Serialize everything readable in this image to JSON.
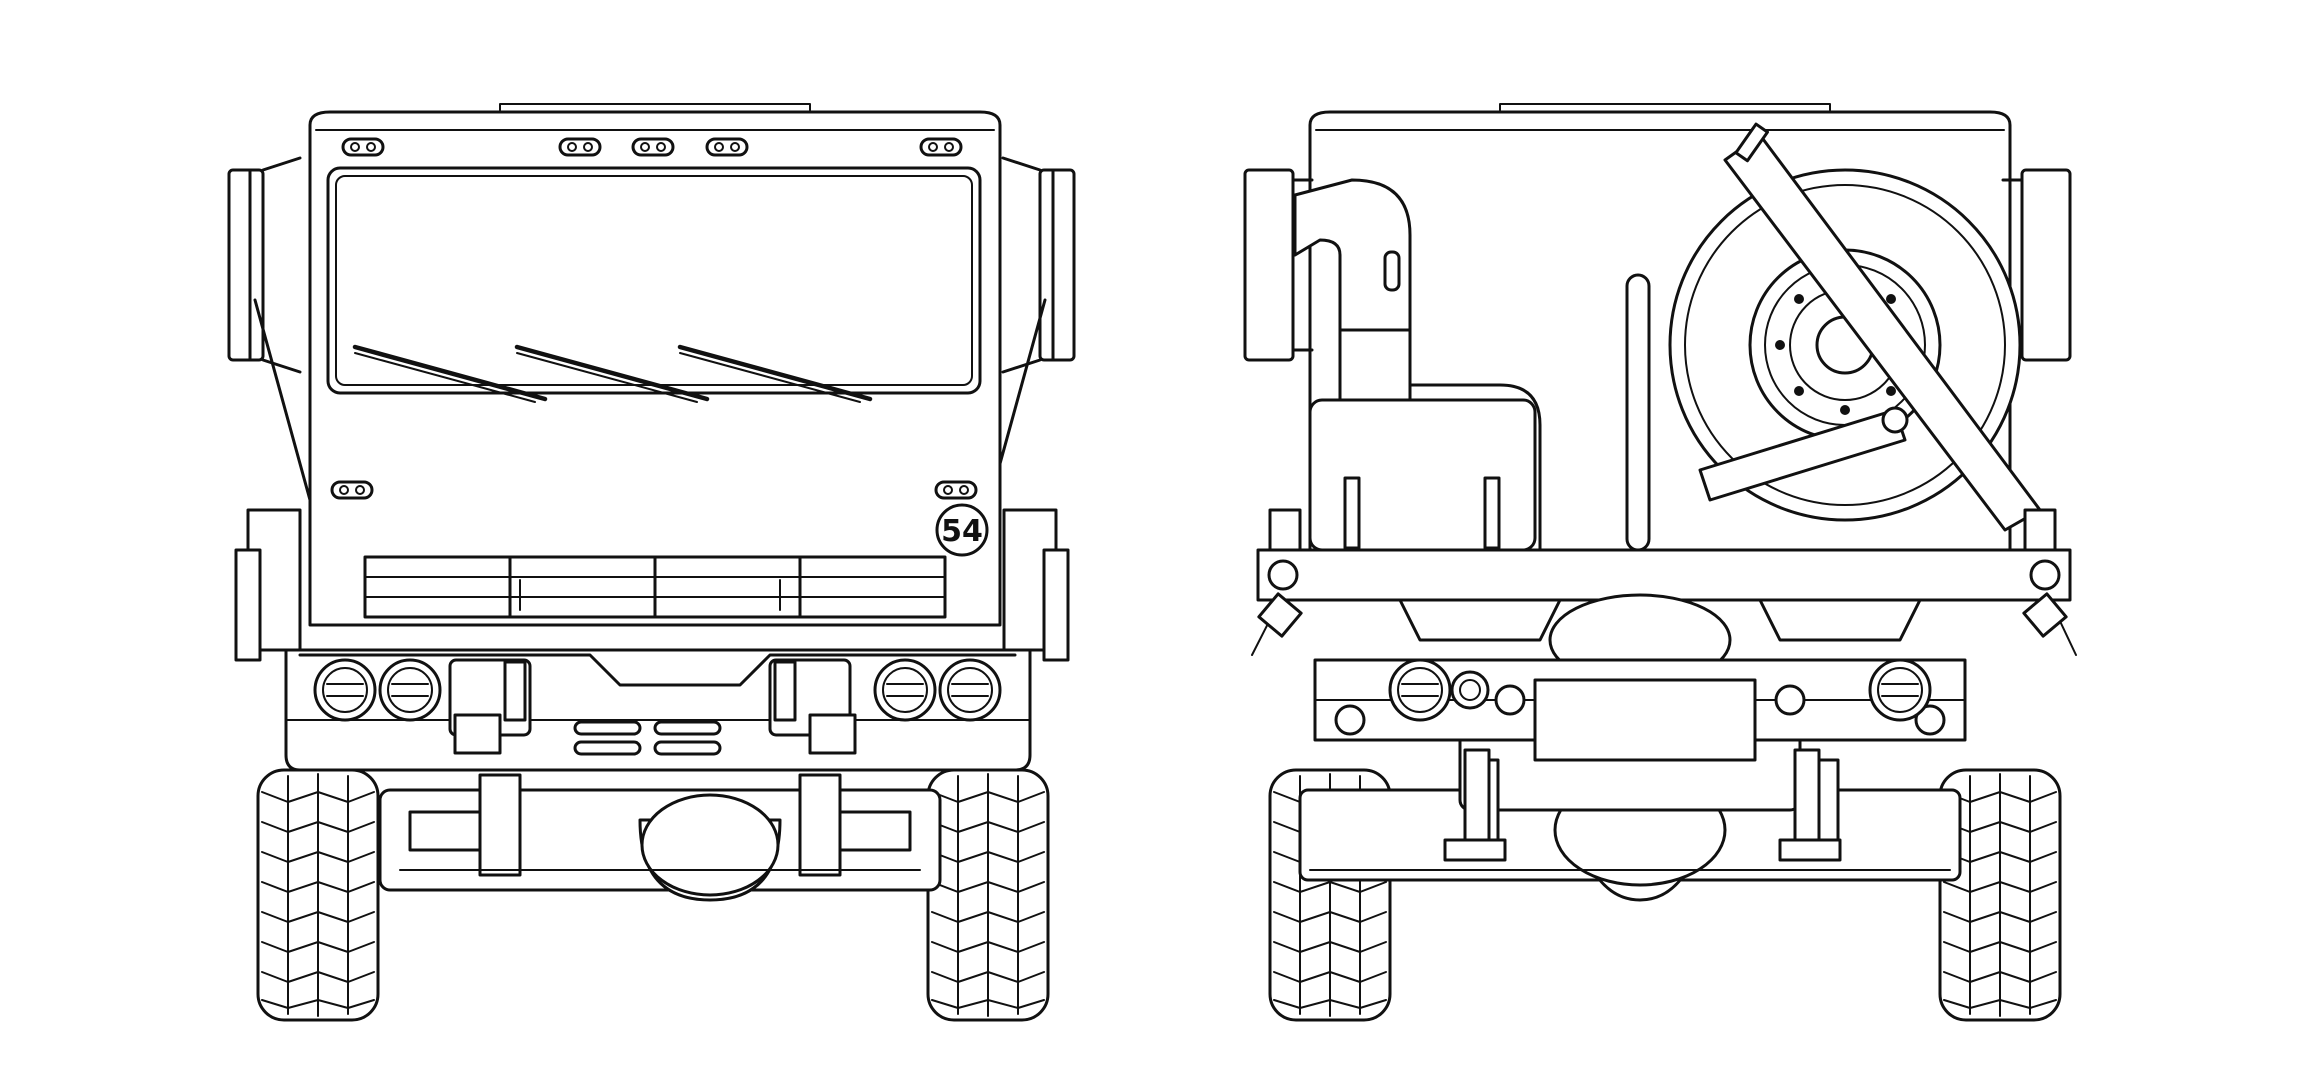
{
  "drawing": {
    "views": [
      "front",
      "rear"
    ],
    "front_emblem_text": "54",
    "line_color": "#111111",
    "background_color": "#ffffff"
  }
}
